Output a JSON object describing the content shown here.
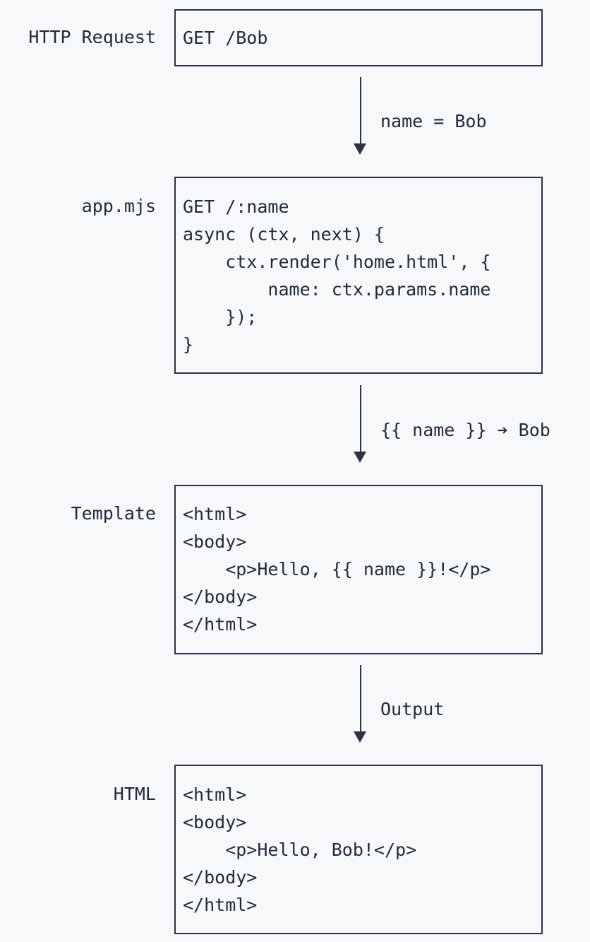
{
  "stages": [
    {
      "label": "HTTP Request",
      "lines": [
        "GET /Bob"
      ]
    },
    {
      "label": "app.mjs",
      "lines": [
        "GET /:name",
        "async (ctx, next) {",
        "    ctx.render('home.html', {",
        "        name: ctx.params.name",
        "    });",
        "}"
      ]
    },
    {
      "label": "Template",
      "lines": [
        "<html>",
        "<body>",
        "    <p>Hello, {{ name }}!</p>",
        "</body>",
        "</html>"
      ]
    },
    {
      "label": "HTML",
      "lines": [
        "<html>",
        "<body>",
        "    <p>Hello, Bob!</p>",
        "</body>",
        "</html>"
      ]
    }
  ],
  "arrows": [
    {
      "label": "name = Bob"
    },
    {
      "label": "{{ name }} ➔ Bob"
    },
    {
      "label": "Output"
    }
  ],
  "colors": {
    "background": "#f7f8fa",
    "ink": "#1f2a3b"
  }
}
